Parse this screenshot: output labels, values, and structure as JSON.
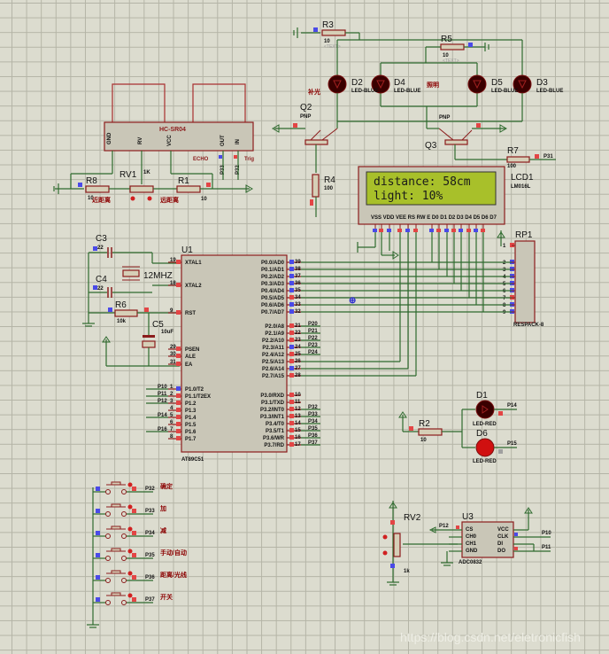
{
  "app": "Proteus ISIS schematic",
  "watermark": "https://blog.csdn.net/eletronicfish",
  "colors": {
    "grid_bg": "#dcdccf",
    "grid_line": "#b4b4a6",
    "wire": "#2e6a2e",
    "component_outline": "#8b1c1c",
    "lcd_screen": "#a8c02a",
    "pin_red": "#e34545",
    "pin_blue": "#4a4ae8"
  },
  "components": {
    "r3": {
      "ref": "R3",
      "value": "10"
    },
    "r5": {
      "ref": "R5",
      "value": "10"
    },
    "r4": {
      "ref": "R4",
      "value": "100"
    },
    "r7": {
      "ref": "R7",
      "value": "100",
      "net": "P31"
    },
    "r8": {
      "ref": "R8",
      "value": "10"
    },
    "r1": {
      "ref": "R1",
      "value": "10"
    },
    "r6": {
      "ref": "R6",
      "value": "10k"
    },
    "r2": {
      "ref": "R2",
      "value": "10"
    },
    "rv1": {
      "ref": "RV1",
      "value": "1K"
    },
    "rv2": {
      "ref": "RV2",
      "value": "1k"
    },
    "d2": {
      "ref": "D2",
      "type": "LED-BLUE"
    },
    "d4": {
      "ref": "D4",
      "type": "LED-BLUE"
    },
    "d5": {
      "ref": "D5",
      "type": "LED-BLUE"
    },
    "d3": {
      "ref": "D3",
      "type": "LED-BLUE"
    },
    "d1": {
      "ref": "D1",
      "type": "LED-RED",
      "net": "P14"
    },
    "d6": {
      "ref": "D6",
      "type": "LED-RED",
      "net": "P15"
    },
    "q2": {
      "ref": "Q2",
      "type": "PNP"
    },
    "q3": {
      "ref": "Q3",
      "type": "PNP"
    },
    "c3": {
      "ref": "C3",
      "value": "22"
    },
    "c4": {
      "ref": "C4",
      "value": "22"
    },
    "c5": {
      "ref": "C5",
      "value": "10uF"
    },
    "xtal": {
      "value": "12MHZ"
    },
    "sensor": {
      "ref": "HC-SR04",
      "pins": [
        "GND",
        "RV",
        "VCC",
        "OUT",
        "IN"
      ],
      "echo": "ECHO",
      "trig": "Trig",
      "nets": [
        "P33",
        "P32"
      ]
    },
    "lcd": {
      "ref": "LCD1",
      "type": "LM016L",
      "line1": "distance: 58cm",
      "line2": "light: 10%",
      "pins": "VSS VDD VEE RS RW E D0 D1 D2 D3 D4 D5 D6 D7"
    },
    "rp1": {
      "ref": "RP1",
      "type": "RESPACK-8",
      "pins": [
        "1",
        "2",
        "3",
        "4",
        "5",
        "6",
        "7",
        "8",
        "9"
      ]
    },
    "u1": {
      "ref": "U1",
      "type": "AT89C51",
      "left_pins": [
        {
          "num": "19",
          "name": "XTAL1"
        },
        {
          "num": "18",
          "name": "XTAL2"
        },
        {
          "num": "9",
          "name": "RST"
        },
        {
          "num": "29",
          "name": "PSEN"
        },
        {
          "num": "30",
          "name": "ALE"
        },
        {
          "num": "31",
          "name": "EA"
        },
        {
          "num": "1",
          "name": "P1.0/T2",
          "net": "P10"
        },
        {
          "num": "2",
          "name": "P1.1/T2EX",
          "net": "P11"
        },
        {
          "num": "3",
          "name": "P1.2",
          "net": "P12"
        },
        {
          "num": "4",
          "name": "P1.3"
        },
        {
          "num": "5",
          "name": "P1.4",
          "net": "P14"
        },
        {
          "num": "6",
          "name": "P1.5"
        },
        {
          "num": "7",
          "name": "P1.6",
          "net": "P16"
        },
        {
          "num": "8",
          "name": "P1.7"
        }
      ],
      "right_pins": [
        {
          "num": "39",
          "name": "P0.0/AD0"
        },
        {
          "num": "38",
          "name": "P0.1/AD1"
        },
        {
          "num": "37",
          "name": "P0.2/AD2"
        },
        {
          "num": "36",
          "name": "P0.3/AD3"
        },
        {
          "num": "35",
          "name": "P0.4/AD4"
        },
        {
          "num": "34",
          "name": "P0.5/AD5"
        },
        {
          "num": "33",
          "name": "P0.6/AD6"
        },
        {
          "num": "32",
          "name": "P0.7/AD7"
        },
        {
          "num": "21",
          "name": "P2.0/A8",
          "net": "P20"
        },
        {
          "num": "22",
          "name": "P2.1/A9",
          "net": "P21"
        },
        {
          "num": "23",
          "name": "P2.2/A10",
          "net": "P22"
        },
        {
          "num": "24",
          "name": "P2.3/A11",
          "net": "P23"
        },
        {
          "num": "25",
          "name": "P2.4/A12",
          "net": "P24"
        },
        {
          "num": "26",
          "name": "P2.5/A13"
        },
        {
          "num": "27",
          "name": "P2.6/A14"
        },
        {
          "num": "28",
          "name": "P2.7/A15"
        },
        {
          "num": "10",
          "name": "P3.0/RXD"
        },
        {
          "num": "11",
          "name": "P3.1/TXD"
        },
        {
          "num": "12",
          "name": "P3.2/INT0",
          "net": "P32"
        },
        {
          "num": "13",
          "name": "P3.3/INT1",
          "net": "P33"
        },
        {
          "num": "14",
          "name": "P3.4/T0",
          "net": "P34"
        },
        {
          "num": "15",
          "name": "P3.5/T1",
          "net": "P35"
        },
        {
          "num": "16",
          "name": "P3.6/WR",
          "net": "P36"
        },
        {
          "num": "17",
          "name": "P3.7/RD",
          "net": "P37"
        }
      ]
    },
    "u3": {
      "ref": "U3",
      "type": "ADC0832",
      "left": [
        "CS",
        "CH0",
        "CH1",
        "GND"
      ],
      "right": [
        "VCC",
        "CLK",
        "DI",
        "DO"
      ],
      "nets": {
        "cs": "P12",
        "clk": "P10",
        "di": "P11"
      }
    }
  },
  "buttons": [
    {
      "net": "P32",
      "label": "确定"
    },
    {
      "net": "P33",
      "label": "加"
    },
    {
      "net": "P34",
      "label": "减"
    },
    {
      "net": "P35",
      "label": "手动/自动"
    },
    {
      "net": "P36",
      "label": "距离/光线"
    },
    {
      "net": "P37",
      "label": "开关"
    }
  ],
  "annotations": {
    "sensor_left": "近距离",
    "sensor_right": "远距离",
    "q2_side": "补光",
    "center": "照明",
    "text_placeholder": "<TEXT>"
  }
}
